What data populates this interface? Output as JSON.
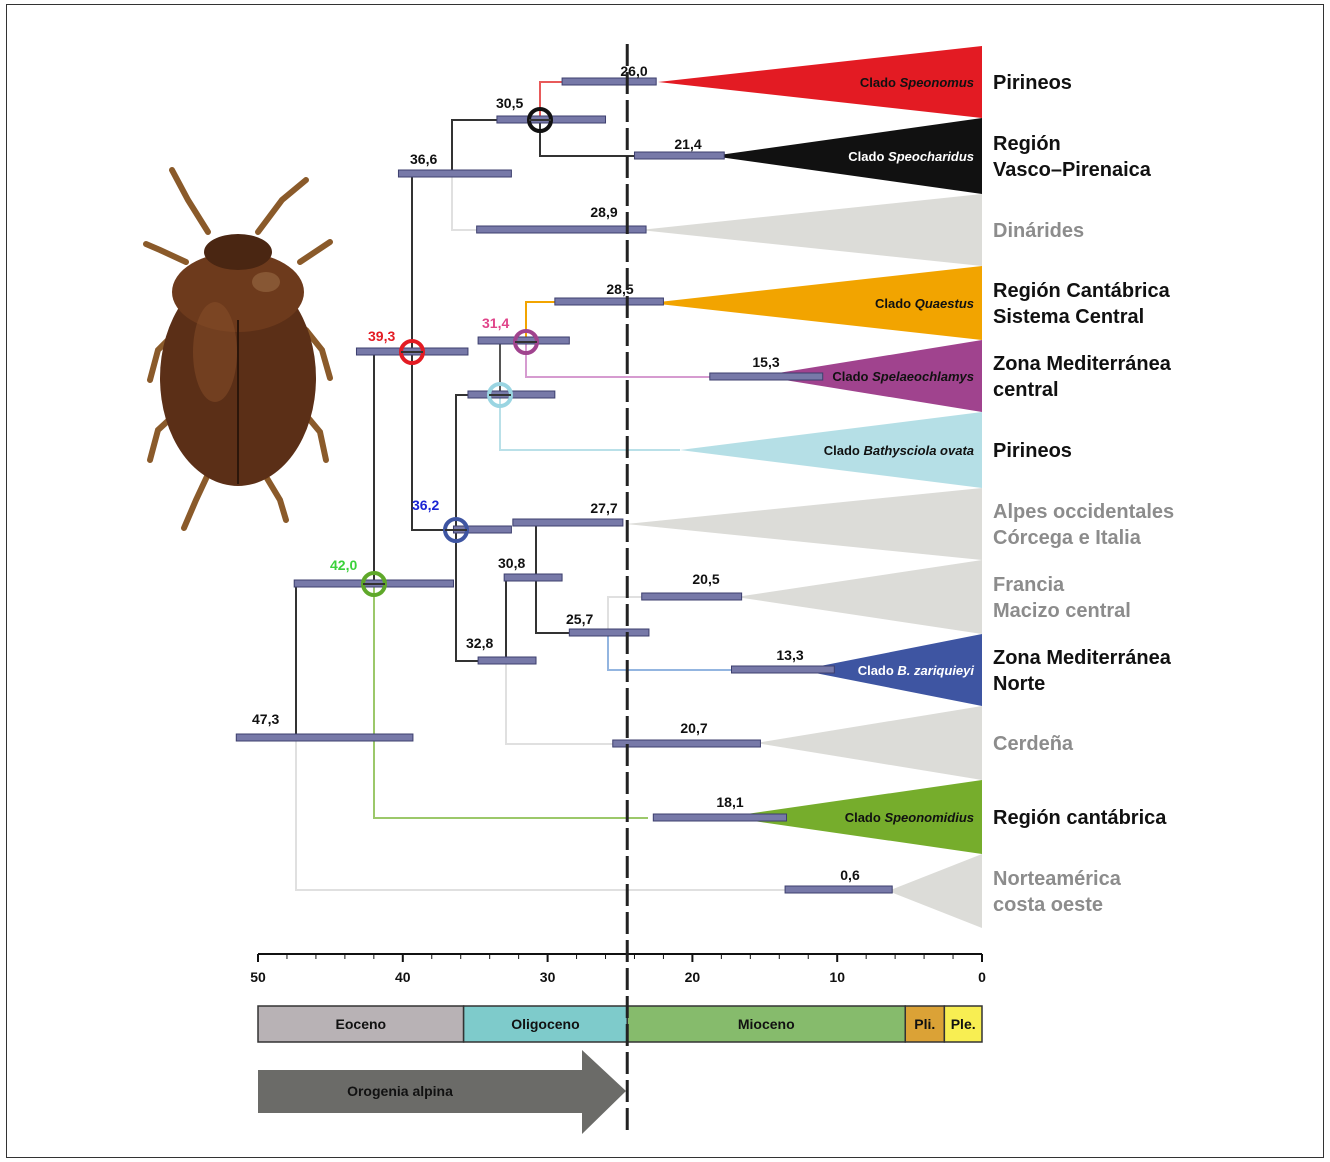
{
  "colors": {
    "red": "#e31b23",
    "black": "#111111",
    "grey": "#dcdcd8",
    "orange": "#f2a400",
    "purple": "#a0438e",
    "lightblue": "#b5dfe6",
    "blue": "#3e55a2",
    "green": "#76ad2c",
    "greyText": "#8c8c8c",
    "bar": "#7779a8"
  },
  "node_ages": {
    "root": "47,3",
    "green": "42,0",
    "red": "39,3",
    "n366": "36,6",
    "blue": "36,2",
    "black": "30,5",
    "magenta": "31,4",
    "n328": "32,8",
    "n308": "30,8",
    "n257": "25,7"
  },
  "clades": [
    {
      "age": "26,0",
      "label_prefix": "Clado ",
      "label_italic": "Speonomus",
      "region": [
        "Pirineos"
      ],
      "color": "red",
      "bold": true
    },
    {
      "age": "21,4",
      "label_prefix": "Clado ",
      "label_italic": "Speocharidus",
      "region": [
        "Región",
        "Vasco–Pirenaica"
      ],
      "color": "black",
      "bold": true
    },
    {
      "age": "28,9",
      "label_prefix": "",
      "label_italic": "",
      "region": [
        "Dinárides"
      ],
      "color": "grey",
      "bold": false
    },
    {
      "age": "28,5",
      "label_prefix": "Clado ",
      "label_italic": "Quaestus",
      "region": [
        "Región Cantábrica",
        "Sistema Central"
      ],
      "color": "orange",
      "bold": true
    },
    {
      "age": "15,3",
      "label_prefix": "Clado ",
      "label_italic": "Spelaeochlamys",
      "region": [
        "Zona Mediterránea",
        "central"
      ],
      "color": "purple",
      "bold": true
    },
    {
      "age": "",
      "label_prefix": "Clado ",
      "label_italic": "Bathysciola ovata",
      "region": [
        "Pirineos"
      ],
      "color": "lightblue",
      "bold": true
    },
    {
      "age": "27,7",
      "label_prefix": "",
      "label_italic": "",
      "region": [
        "Alpes occidentales",
        "Córcega e Italia"
      ],
      "color": "grey",
      "bold": false
    },
    {
      "age": "20,5",
      "label_prefix": "",
      "label_italic": "",
      "region": [
        "Francia",
        "Macizo central"
      ],
      "color": "grey",
      "bold": false
    },
    {
      "age": "13,3",
      "label_prefix": "Clado ",
      "label_italic": "B. zariquieyi",
      "region": [
        "Zona Mediterránea",
        "Norte"
      ],
      "color": "blue",
      "bold": true
    },
    {
      "age": "20,7",
      "label_prefix": "",
      "label_italic": "",
      "region": [
        "Cerdeña"
      ],
      "color": "grey",
      "bold": false
    },
    {
      "age": "18,1",
      "label_prefix": "Clado ",
      "label_italic": "Speonomidius",
      "region": [
        "Región cantábrica"
      ],
      "color": "green",
      "bold": true
    },
    {
      "age": "0,6",
      "label_prefix": "",
      "label_italic": "",
      "region": [
        "Norteamérica",
        "costa oeste"
      ],
      "color": "grey",
      "bold": false
    }
  ],
  "axis": {
    "ticks": [
      50,
      40,
      30,
      20,
      10,
      0
    ]
  },
  "epochs": [
    {
      "name": "Eoceno",
      "color": "#b8b2b5",
      "from": 50,
      "to": 35.8
    },
    {
      "name": "Oligoceno",
      "color": "#7ecbcb",
      "from": 35.8,
      "to": 24.5
    },
    {
      "name": "Mioceno",
      "color": "#86bb6c",
      "from": 24.5,
      "to": 5.3
    },
    {
      "name": "Pli.",
      "color": "#dba236",
      "from": 5.3,
      "to": 2.6
    },
    {
      "name": "Ple.",
      "color": "#f8ee52",
      "from": 2.6,
      "to": 0
    }
  ],
  "orogeny": {
    "label": "Orogenia alpina"
  },
  "boundary_age": 24.5
}
